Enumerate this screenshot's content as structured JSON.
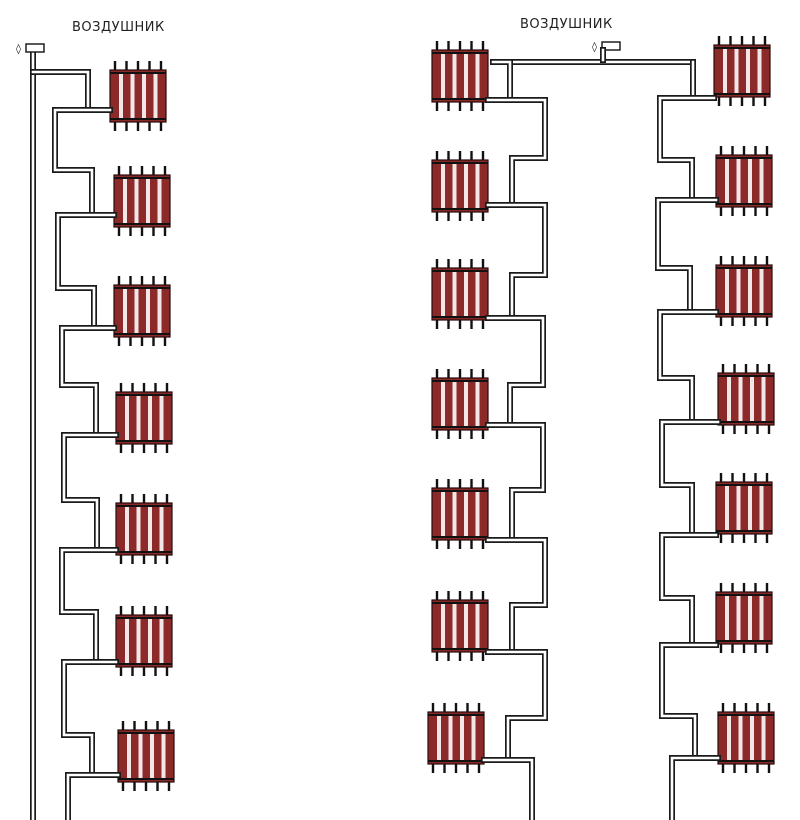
{
  "labels": {
    "left_vent": "ВОЗДУШНИК",
    "right_vent": "ВОЗДУШНИК"
  },
  "systems": [
    {
      "id": "left",
      "columns": [
        {
          "side": "right",
          "radiators": 7
        }
      ]
    },
    {
      "id": "right",
      "columns": [
        {
          "side": "left",
          "radiators": 7
        },
        {
          "side": "right",
          "radiators": 7
        }
      ]
    }
  ],
  "colors": {
    "radiator_fill": "#8c2a2a",
    "radiator_section": "#f3e6e6",
    "pipe_outline": "#1a1a1a",
    "pipe_fill": "#ffffff"
  },
  "icons": [
    "air-vent-icon",
    "radiator-icon"
  ]
}
